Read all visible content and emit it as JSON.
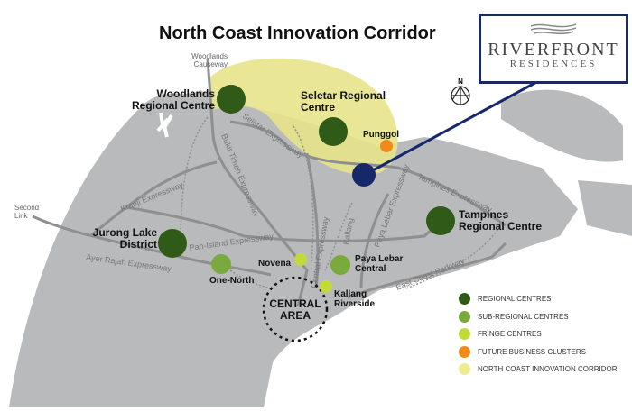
{
  "title": "North Coast Innovation Corridor",
  "logo": {
    "brand": "RIVERFRONT",
    "sub": "RESIDENCES"
  },
  "compass": "N",
  "colors": {
    "land": "#b9babb",
    "road": "#8e8f91",
    "regional": "#2f5a17",
    "sub_regional": "#7aaa3c",
    "fringe": "#c3d93a",
    "future": "#f08a1c",
    "corridor": "#e7e48a",
    "riverfront": "#14286a"
  },
  "centres": {
    "woodlands": "Woodlands Regional Centre",
    "seletar": "Seletar Regional Centre",
    "punggol": "Punggol",
    "tampines": "Tampines Regional Centre",
    "jurong": "Jurong Lake District",
    "one_north": "One-North",
    "novena": "Novena",
    "paya_lebar": "Paya Lebar Central",
    "kallang": "Kallang Riverside",
    "central": "CENTRAL AREA"
  },
  "roads": {
    "causeway": "Woodlands Causeway",
    "second_link": "Second Link",
    "seletar": "Seletar Expressway",
    "bukit_timah": "Bukit Timah Expressway",
    "kranji": "Kranji Expressway",
    "pie": "Pan-Island Expressway",
    "aye": "Ayer Rajah Expressway",
    "cte": "Central Expressway",
    "tpe": "Tampines Expressway",
    "ple": "Paya Lebar Expressway",
    "kpe": "Kallang",
    "ecp": "East Coast Parkway"
  },
  "legend": [
    {
      "label": "REGIONAL CENTRES",
      "color": "#2f5a17"
    },
    {
      "label": "SUB-REGIONAL CENTRES",
      "color": "#7aaa3c"
    },
    {
      "label": "FRINGE CENTRES",
      "color": "#c3d93a"
    },
    {
      "label": "FUTURE BUSINESS CLUSTERS",
      "color": "#f08a1c"
    },
    {
      "label": "NORTH COAST INNOVATION CORRIDOR",
      "color": "#eeec8e"
    }
  ]
}
